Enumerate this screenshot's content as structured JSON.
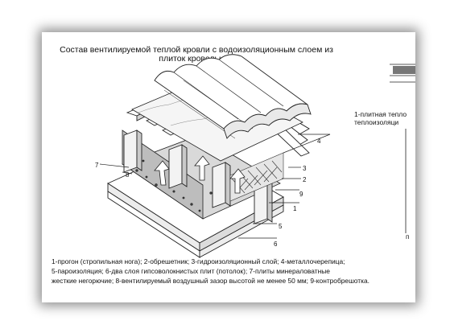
{
  "figure": {
    "title_line1": "Состав вентилируемой теплой кровли с водоизоляционным слоем из",
    "title_line2": "плиток кровельных",
    "side_text_line1": "1-плитная тепло",
    "side_text_line2": "теплоизоляци",
    "side_fragment": "п",
    "labels": [
      "1",
      "2",
      "3",
      "4",
      "5",
      "6",
      "7",
      "8",
      "9"
    ],
    "caption_lines": [
      "1-прогон (стропильная нога); 2-обрешетник; 3-гидроизоляционный слой; 4-металлочерепица;",
      "5-пароизоляция; 6-два слоя гипсоволокнистых плит (потолок); 7-плиты минераловатные",
      "жесткие негорючие; 8-вентилируемый воздушный зазор высотой не менее 50 мм; 9-контробрешотка."
    ]
  }
}
